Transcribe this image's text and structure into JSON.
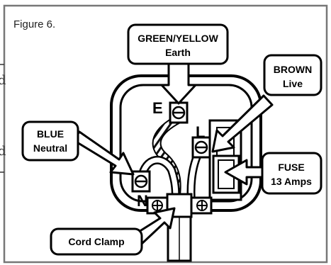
{
  "figure": {
    "caption": "Figure 6.",
    "labels": {
      "earth": {
        "color": "GREEN/YELLOW",
        "name": "Earth"
      },
      "live": {
        "color": "BROWN",
        "name": "Live"
      },
      "neutral": {
        "color": "BLUE",
        "name": "Neutral"
      },
      "fuse": {
        "name": "FUSE",
        "rating": "13 Amps"
      },
      "cord_clamp": "Cord Clamp"
    },
    "terminal_letters": {
      "earth": "E",
      "live": "L",
      "neutral": "N"
    }
  },
  "page_stub_letters": [
    "d",
    "d"
  ]
}
